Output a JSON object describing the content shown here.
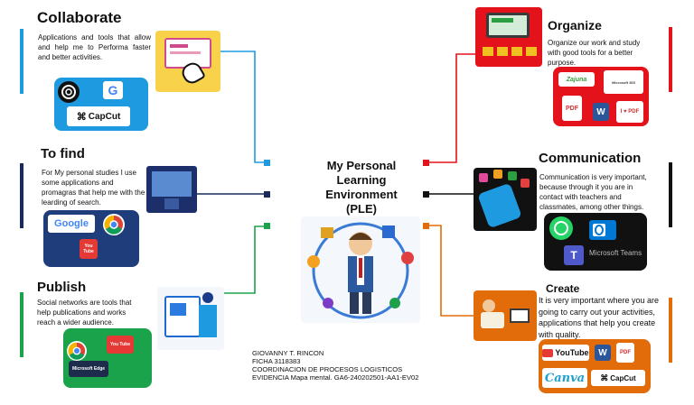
{
  "center": {
    "title_lines": [
      "My Personal",
      "Learning",
      "Environment",
      "(PLE)"
    ]
  },
  "credits": {
    "lines": [
      "GIOVANNY T. RINCON",
      "FICHA 3118383",
      "COORDINACION DE PROCESOS LOGISTICOS",
      "EVIDENCIA Mapa mental. GA6-240202501-AA1-EV02"
    ]
  },
  "branches": {
    "collaborate": {
      "title": "Collaborate",
      "text": "Applications and tools that allow and help me to Performa faster and better activities.",
      "color": "#1e9be0",
      "logos": {
        "capcut": "CapCut",
        "gmail": "G"
      }
    },
    "to_find": {
      "title": "To find",
      "text": "For My personal studies I use some applications and promagras that help me with the learding of search.",
      "color": "#1a2a5a",
      "logos": {
        "google": "Google",
        "youtube": "You Tube"
      }
    },
    "publish": {
      "title": "Publish",
      "text": "Social networks are tools that help publications and works reach a wider audience.",
      "color": "#1aa34a",
      "logos": {
        "youtube": "You Tube",
        "edge": "Microsoft Edge"
      }
    },
    "organize": {
      "title": "Organize",
      "text": "Organize our work and study with good tools for a better purpose.",
      "color": "#e3121b",
      "logos": {
        "zajuna": "Zajuna",
        "ms365": "Microsoft 365",
        "pdf": "PDF",
        "i_love_pdf": "I ♥ PDF",
        "word": "W"
      }
    },
    "communication": {
      "title": "Communication",
      "text": "Communication is very important, because through it you are in contact with teachers and classmates, among other things.",
      "color": "#111111",
      "logos": {
        "teams": "Microsoft Teams"
      }
    },
    "create": {
      "title": "Create",
      "text": "It is very important where you are going to carry out your activities, applications that help you create with quality.",
      "color": "#e36c0a",
      "logos": {
        "youtube": "YouTube",
        "canva": "Canva",
        "capcut": "CapCut",
        "word": "W"
      }
    }
  }
}
